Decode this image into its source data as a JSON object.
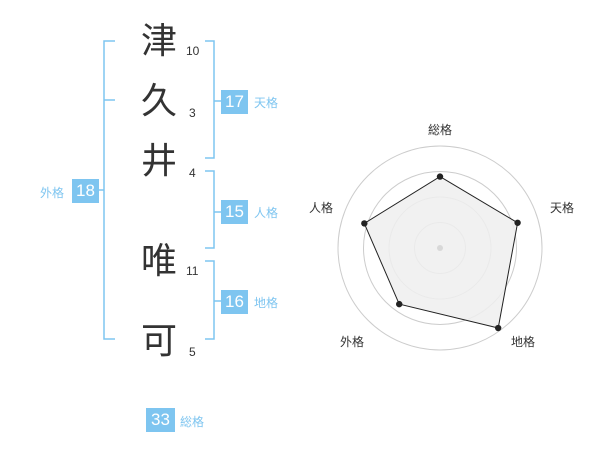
{
  "name": {
    "chars": [
      {
        "char": "津",
        "strokes": "10"
      },
      {
        "char": "久",
        "strokes": "3"
      },
      {
        "char": "井",
        "strokes": "4"
      },
      {
        "char": "唯",
        "strokes": "11"
      },
      {
        "char": "可",
        "strokes": "5"
      }
    ]
  },
  "scores": {
    "tenkaku": {
      "value": "17",
      "label": "天格"
    },
    "jinkaku": {
      "value": "15",
      "label": "人格"
    },
    "chikaku": {
      "value": "16",
      "label": "地格"
    },
    "gaikaku": {
      "value": "18",
      "label": "外格"
    },
    "soukaku": {
      "value": "33",
      "label": "総格"
    }
  },
  "colors": {
    "accent": "#7ec5f0",
    "text": "#333333",
    "radar_fill": "#efefef",
    "radar_ring": "#cccccc"
  },
  "chart_data": {
    "type": "radar",
    "axes": [
      "総格",
      "天格",
      "地格",
      "外格",
      "人格"
    ],
    "values": [
      0.7,
      0.8,
      0.97,
      0.68,
      0.78
    ],
    "max": 1,
    "rings": 4,
    "center_marker": true
  }
}
